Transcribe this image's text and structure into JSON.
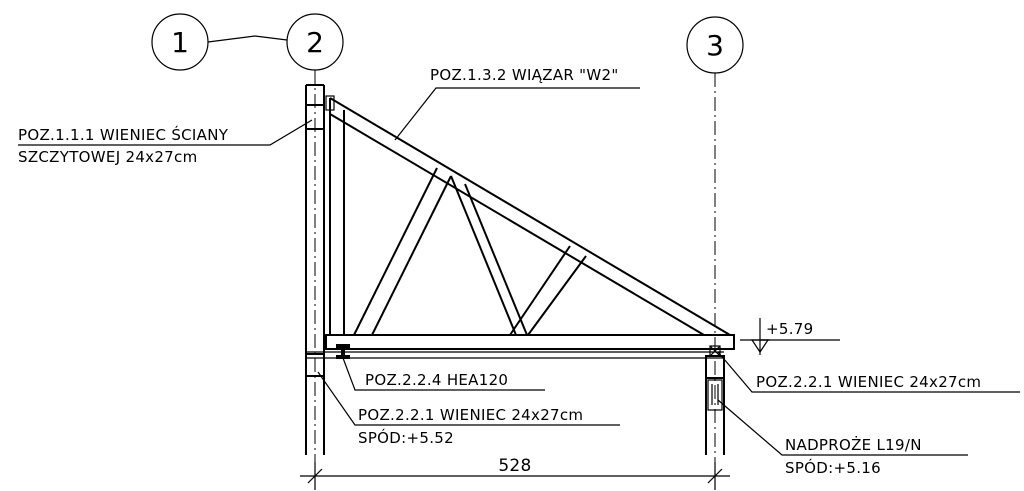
{
  "grid_labels": [
    "1",
    "2",
    "3"
  ],
  "annotations": {
    "truss": "POZ.1.3.2 WIĄZAR \"W2\"",
    "gable_ring_line1": "POZ.1.1.1 WIENIEC ŚCIANY",
    "gable_ring_line2": "SZCZYTOWEJ 24x27cm",
    "level": "+5.79",
    "hea_beam": "POZ.2.2.4 HEA120",
    "ring_left_line1": "POZ.2.2.1 WIENIEC 24x27cm",
    "ring_left_line2": "SPÓD:+5.52",
    "ring_right": "POZ.2.2.1 WIENIEC 24x27cm",
    "lintel_line1": "NADPROŻE L19/N",
    "lintel_line2": "SPÓD:+5.16"
  },
  "dimension": "528"
}
